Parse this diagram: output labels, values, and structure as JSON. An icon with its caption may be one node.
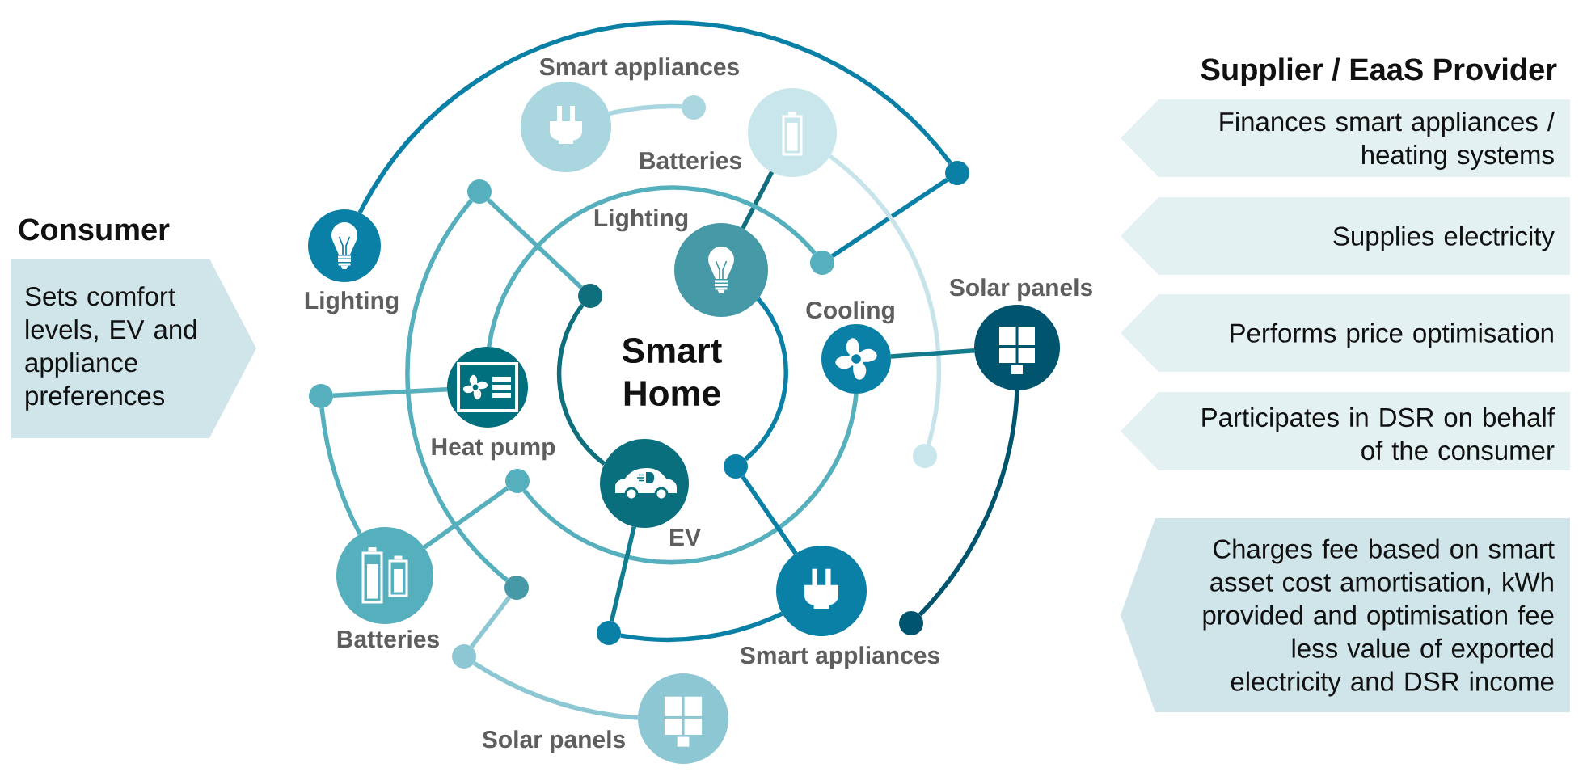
{
  "diagram": {
    "nodes": [
      {
        "text": [
          "Consumer",
          "Sets comfort levels, EV and appliance preferences"
        ]
      },
      {
        "text": [],
        "shape": "circle",
        "beside": [
          "Lighting"
        ]
      },
      {
        "text": [],
        "shape": "circle",
        "beside": [
          "Smart appliances"
        ]
      },
      {
        "text": [],
        "shape": "dot"
      },
      {
        "text": [],
        "shape": "circle",
        "beside": [
          "Batteries"
        ]
      },
      {
        "text": [],
        "shape": "dot"
      },
      {
        "text": [],
        "shape": "dot"
      },
      {
        "text": [],
        "shape": "circle",
        "beside": [
          "Lighting"
        ]
      },
      {
        "text": [],
        "shape": "dot"
      },
      {
        "text": [],
        "shape": "dot"
      },
      {
        "text": [],
        "shape": "circle",
        "beside": [
          "Heat pump"
        ]
      },
      {
        "text": [],
        "shape": "circle",
        "beside": [
          "Cooling"
        ]
      },
      {
        "text": [],
        "shape": "circle",
        "beside": [
          "Solar panels"
        ]
      },
      {
        "text": [],
        "shape": "dot"
      },
      {
        "text": [],
        "shape": "dot"
      },
      {
        "text": [],
        "shape": "dot"
      },
      {
        "text": [],
        "shape": "dot"
      },
      {
        "text": [],
        "shape": "circle",
        "beside": [
          "EV"
        ]
      },
      {
        "text": [],
        "shape": "circle",
        "beside": [
          "Batteries"
        ]
      },
      {
        "text": [],
        "shape": "dot"
      },
      {
        "text": [],
        "shape": "dot"
      },
      {
        "text": [],
        "shape": "circle",
        "beside": [
          "Smart appliances"
        ]
      },
      {
        "text": [],
        "shape": "dot"
      },
      {
        "text": [],
        "shape": "dot"
      },
      {
        "text": [],
        "shape": "circle",
        "beside": [
          "Solar panels"
        ]
      },
      {
        "text": [
          "Finances smart appliances / heating systems"
        ]
      },
      {
        "text": [
          "Supplies electricity"
        ]
      },
      {
        "text": [
          "Performs price optimisation"
        ]
      },
      {
        "text": [
          "Participates in DSR on behalf of the consumer"
        ]
      },
      {
        "text": [
          "Charges fee based on smart asset cost amortisation, kWh provided and optimisation fee less value of exported electricity and DSR income"
        ]
      }
    ],
    "edges": [
      {
        "from": 1,
        "to": 5,
        "arrow": "none",
        "color": "#0a80a6"
      },
      {
        "from": 5,
        "to": 8,
        "arrow": "none",
        "color": "#0a80a6"
      },
      {
        "from": 2,
        "to": 3,
        "arrow": "none",
        "color": "#a9d6df"
      },
      {
        "from": 4,
        "to": 14,
        "arrow": "none",
        "color": "#c6e4ea"
      },
      {
        "from": 4,
        "to": 7,
        "arrow": "none",
        "color": "#136f7e"
      },
      {
        "from": 6,
        "to": 9,
        "arrow": "none"
      },
      {
        "from": 6,
        "to": 19,
        "arrow": "none"
      },
      {
        "from": 10,
        "to": 8,
        "arrow": "none"
      },
      {
        "from": 9,
        "to": 17,
        "arrow": "none",
        "color": "#0f6f7d"
      },
      {
        "from": 7,
        "to": 15,
        "arrow": "none",
        "color": "#0a80a6"
      },
      {
        "from": 13,
        "to": 10,
        "arrow": "none"
      },
      {
        "from": 13,
        "to": 18,
        "arrow": "none"
      },
      {
        "from": 11,
        "to": 12,
        "arrow": "none",
        "color": "#137b8c"
      },
      {
        "from": 12,
        "to": 22,
        "arrow": "none",
        "color": "#00546d"
      },
      {
        "from": 11,
        "to": 16,
        "arrow": "none"
      },
      {
        "from": 16,
        "to": 18,
        "arrow": "none"
      },
      {
        "from": 19,
        "to": 23,
        "arrow": "none",
        "color": "#8dc7d3"
      },
      {
        "from": 23,
        "to": 24,
        "arrow": "none",
        "color": "#8dc7d3"
      },
      {
        "from": 17,
        "to": 20,
        "arrow": "none",
        "color": "#117b8f"
      },
      {
        "from": 20,
        "to": 21,
        "arrow": "none",
        "color": "#0a80a6"
      },
      {
        "from": 15,
        "to": 21,
        "arrow": "none",
        "color": "#0a80a6"
      }
    ],
    "labels": [
      "Smart Home",
      "Supplier / EaaS Provider"
    ]
  }
}
